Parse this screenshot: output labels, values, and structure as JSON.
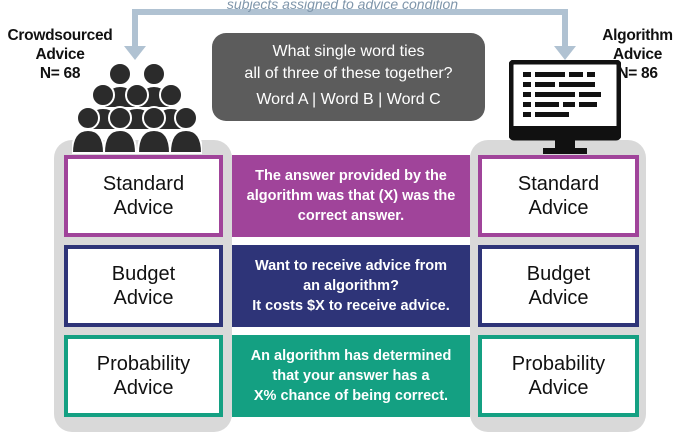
{
  "top_banner": "subjects assigned to advice condition",
  "crowd": {
    "title": "Crowdsourced\nAdvice\nN= 68"
  },
  "algorithm": {
    "title": "Algorithm\nAdvice\nN= 86"
  },
  "question": {
    "line1": "What single word ties",
    "line2": "all of three of these together?",
    "line3": "Word A |  Word B |  Word C"
  },
  "conditions": [
    {
      "label1": "Standard",
      "label2": "Advice",
      "color": "#a0449a",
      "message": "The answer provided by the\nalgorithm was that (X) was the\ncorrect answer."
    },
    {
      "label1": "Budget",
      "label2": "Advice",
      "color": "#2e3478",
      "message": "Want to receive advice from\nan algorithm?\nIt costs $X to receive advice."
    },
    {
      "label1": "Probability",
      "label2": "Advice",
      "color": "#14a082",
      "message": "An algorithm has determined\nthat your answer has a\nX% chance of being correct."
    }
  ],
  "colors": {
    "arrow": "#b0c2d2",
    "question_bg": "#5c5c5c",
    "column_bg": "#d9d9d9"
  },
  "icons": [
    "group-of-people-icon",
    "computer-monitor-icon"
  ]
}
